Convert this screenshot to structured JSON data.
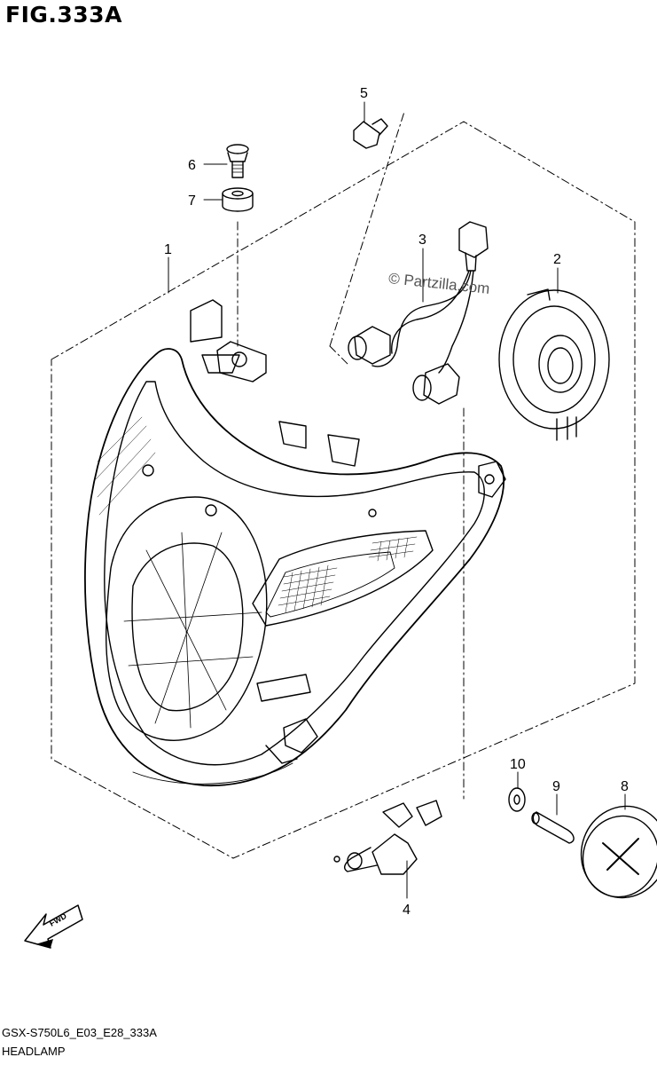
{
  "figure": {
    "title": "FIG.333A",
    "code": "GSX-S750L6_E03_E28_333A",
    "name": "HEADLAMP",
    "watermark": "© Partzilla.com"
  },
  "callouts": [
    {
      "id": "1",
      "part": "headlamp-assembly"
    },
    {
      "id": "2",
      "part": "socket-cover"
    },
    {
      "id": "3",
      "part": "socket-harness"
    },
    {
      "id": "4",
      "part": "headlamp-bulb"
    },
    {
      "id": "5",
      "part": "position-bulb"
    },
    {
      "id": "6",
      "part": "screw"
    },
    {
      "id": "7",
      "part": "cushion"
    },
    {
      "id": "8",
      "part": "cap"
    },
    {
      "id": "9",
      "part": "adjust-bolt"
    },
    {
      "id": "10",
      "part": "washer"
    }
  ],
  "icons": {
    "fwd": "FWD"
  }
}
